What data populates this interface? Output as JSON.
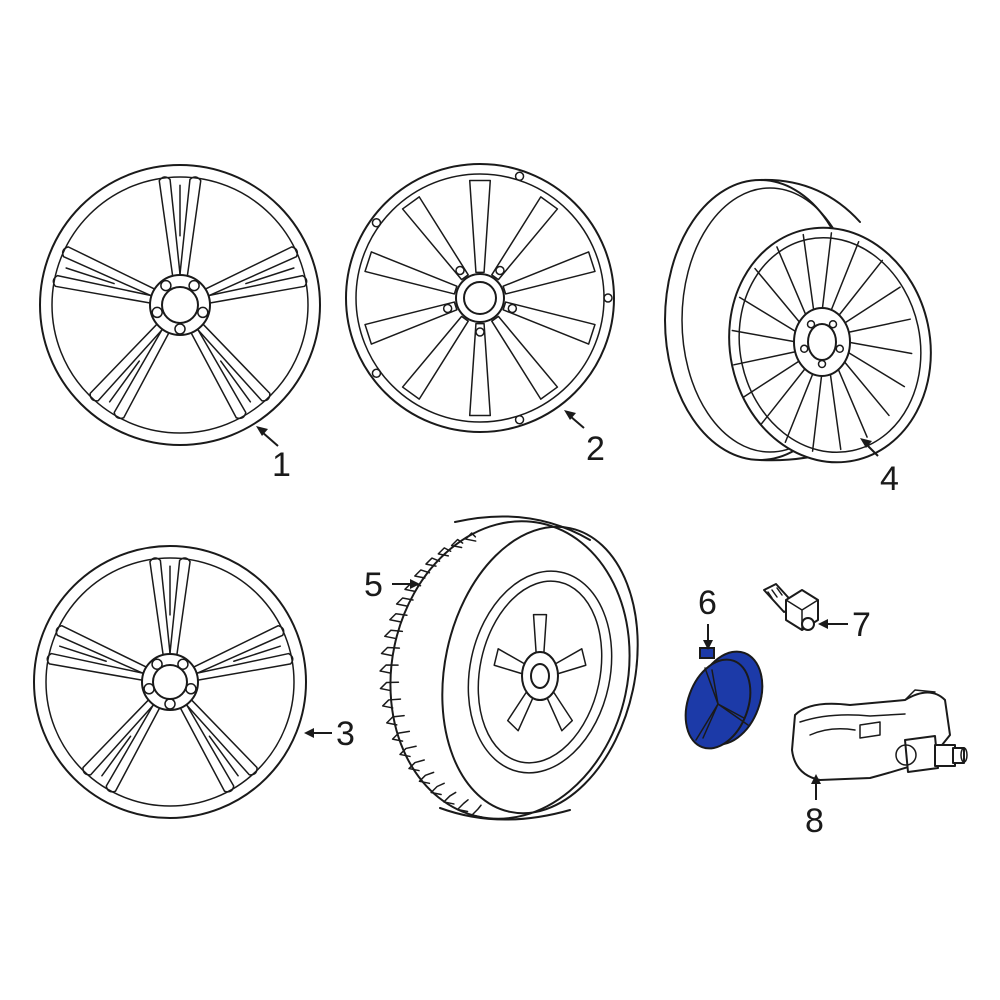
{
  "diagram": {
    "highlight_color": "#1c3aa8",
    "line_color": "#1a1a1a",
    "background": "#ffffff",
    "callouts": [
      {
        "id": "1",
        "label": "1"
      },
      {
        "id": "2",
        "label": "2"
      },
      {
        "id": "3",
        "label": "3"
      },
      {
        "id": "4",
        "label": "4"
      },
      {
        "id": "5",
        "label": "5"
      },
      {
        "id": "6",
        "label": "6"
      },
      {
        "id": "7",
        "label": "7"
      },
      {
        "id": "8",
        "label": "8"
      }
    ],
    "parts": [
      {
        "callout": "1",
        "icon": "five-twin-spoke-alloy-wheel-icon"
      },
      {
        "callout": "2",
        "icon": "ten-spoke-alloy-wheel-icon"
      },
      {
        "callout": "3",
        "icon": "five-twin-spoke-alloy-wheel-icon"
      },
      {
        "callout": "4",
        "icon": "multi-spoke-alloy-wheel-icon"
      },
      {
        "callout": "5",
        "icon": "tire-and-wheel-assembly-icon"
      },
      {
        "callout": "6",
        "icon": "center-cap-icon",
        "highlighted": true
      },
      {
        "callout": "7",
        "icon": "wheel-bolt-icon"
      },
      {
        "callout": "8",
        "icon": "tpms-sensor-icon"
      }
    ]
  }
}
